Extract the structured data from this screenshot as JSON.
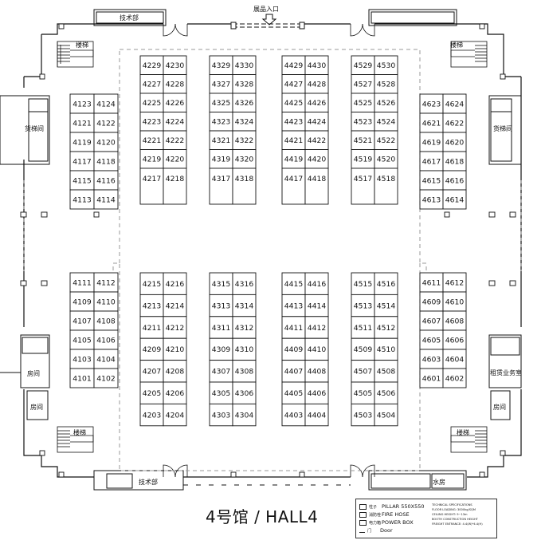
{
  "entrance_label": "展品入口",
  "tech_room_label": "技术部",
  "stairs_label": "楼梯",
  "freight_elevator_label": "货梯间",
  "room_label": "房间",
  "rental_office_label": "租赁业务室",
  "water_label": "水房",
  "hall_title": "4号馆 / HALL4",
  "legend": {
    "items": [
      {
        "code": "柱子",
        "text": "PILLAR 550X550"
      },
      {
        "code": "消防栓",
        "text": "FIRE HOSE"
      },
      {
        "code": "电力箱",
        "text": "POWER BOX"
      },
      {
        "code": "门",
        "text": "Door"
      }
    ],
    "specs": [
      "TECHNICAL SPECIFICATIONS",
      "FLOOR LOADING: 3000kg/SQM",
      "CEILING HEIGHT: 9~13m",
      "BOOTH CONSTRUCTION HEIGHT",
      "FREIGHT ENTRANCE: 4.4(W)*4.4(H)"
    ]
  },
  "booths": {
    "c1a": [
      "4123",
      "4124",
      "4121",
      "4122",
      "4119",
      "4120",
      "4117",
      "4118",
      "4115",
      "4116",
      "4113",
      "4114"
    ],
    "c1b": [
      "4111",
      "4112",
      "4109",
      "4110",
      "4107",
      "4108",
      "4105",
      "4106",
      "4103",
      "4104",
      "4101",
      "4102"
    ],
    "c2a": [
      "4229",
      "4230",
      "4227",
      "4228",
      "4225",
      "4226",
      "4223",
      "4224",
      "4221",
      "4222",
      "4219",
      "4220",
      "4217",
      "4218"
    ],
    "c2b": [
      "4215",
      "4216",
      "4213",
      "4214",
      "4211",
      "4212",
      "4209",
      "4210",
      "4207",
      "4208",
      "4205",
      "4206",
      "4203",
      "4204"
    ],
    "c3a": [
      "4329",
      "4330",
      "4327",
      "4328",
      "4325",
      "4326",
      "4323",
      "4324",
      "4321",
      "4322",
      "4319",
      "4320",
      "4317",
      "4318"
    ],
    "c3b": [
      "4315",
      "4316",
      "4313",
      "4314",
      "4311",
      "4312",
      "4309",
      "4310",
      "4307",
      "4308",
      "4305",
      "4306",
      "4303",
      "4304"
    ],
    "c4a": [
      "4429",
      "4430",
      "4427",
      "4428",
      "4425",
      "4426",
      "4423",
      "4424",
      "4421",
      "4422",
      "4419",
      "4420",
      "4417",
      "4418"
    ],
    "c4b": [
      "4415",
      "4416",
      "4413",
      "4414",
      "4411",
      "4412",
      "4409",
      "4410",
      "4407",
      "4408",
      "4405",
      "4406",
      "4403",
      "4404"
    ],
    "c5a": [
      "4529",
      "4530",
      "4527",
      "4528",
      "4525",
      "4526",
      "4523",
      "4524",
      "4521",
      "4522",
      "4519",
      "4520",
      "4517",
      "4518"
    ],
    "c5b": [
      "4515",
      "4516",
      "4513",
      "4514",
      "4511",
      "4512",
      "4509",
      "4510",
      "4507",
      "4508",
      "4505",
      "4506",
      "4503",
      "4504"
    ],
    "c6a": [
      "4623",
      "4624",
      "4621",
      "4622",
      "4619",
      "4620",
      "4617",
      "4618",
      "4615",
      "4616",
      "4613",
      "4614"
    ],
    "c6b": [
      "4611",
      "4612",
      "4609",
      "4610",
      "4607",
      "4608",
      "4605",
      "4606",
      "4603",
      "4604",
      "4601",
      "4602"
    ]
  },
  "colors": {
    "line": "#111111",
    "dash": "#999999"
  }
}
